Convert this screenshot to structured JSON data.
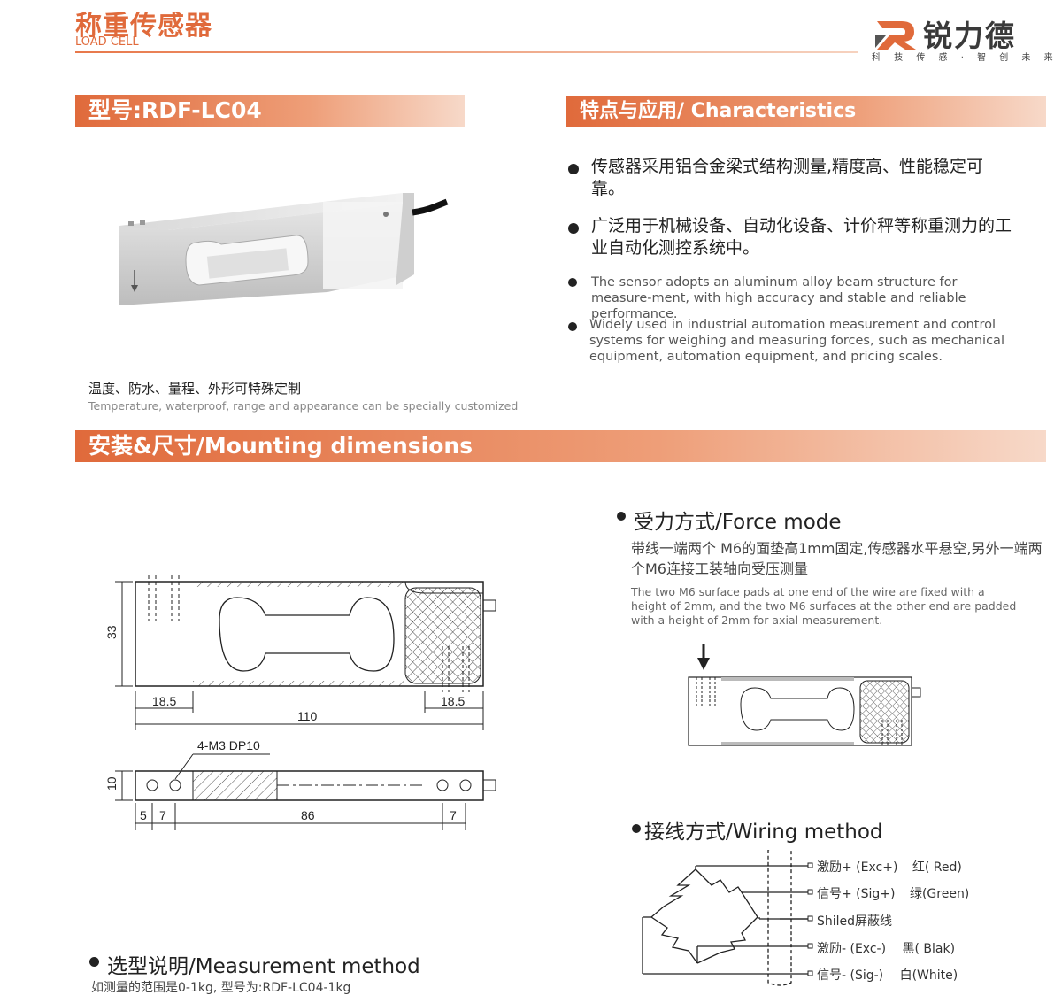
{
  "header": {
    "title_cn": "称重传感器",
    "title_en": "LOAD CELL"
  },
  "logo": {
    "brand": "锐力德",
    "slogan": "科 技 传 感 · 智 创 未 来"
  },
  "model_banner": "型号:RDF-LC04",
  "features_banner": "特点与应用/ Characteristics",
  "features_cn": [
    "传感器采用铝合金梁式结构测量,精度高、性能稳定可靠。",
    "广泛用于机械设备、自动化设备、计价秤等称重测力的工业自动化测控系统中。"
  ],
  "features_en": [
    "The sensor adopts an aluminum alloy beam structure for measure-ment, with high accuracy and stable and reliable performance.",
    "Widely used in industrial automation measurement and control systems for weighing and measuring forces, such as mechanical equipment, automation equipment, and pricing scales."
  ],
  "custom_note": {
    "cn": "温度、防水、量程、外形可特殊定制",
    "en": "Temperature, waterproof, range and appearance can be specially customized"
  },
  "mounting_banner": "安装&尺寸/Mounting dimensions",
  "dims": {
    "height": "33",
    "left": "18.5",
    "total": "110",
    "right": "18.5",
    "hole_label": "4-M3 DP10",
    "width": "10",
    "d5": "5",
    "d7": "7",
    "d86": "86",
    "d7b": "7"
  },
  "force_mode": {
    "title": "受力方式/Force mode",
    "cn": "带线一端两个 M6的面垫高1mm固定,传感器水平悬空,另外一端两个M6连接工装轴向受压测量",
    "en": "The two M6 surface pads at one end of the wire are fixed with a height of 2mm, and the two M6 surfaces at the other end are padded with a height of 2mm for axial measurement."
  },
  "wiring": {
    "title": "接线方式/Wiring method",
    "lines": [
      {
        "label": "激励+ (Exc+)",
        "color": "红( Red)"
      },
      {
        "label": "信号+ (Sig+)",
        "color": "绿(Green)"
      },
      {
        "label": "Shiled屏蔽线",
        "color": ""
      },
      {
        "label": "激励- (Exc-)",
        "color": "黑( Blak)"
      },
      {
        "label": "信号- (Sig-)",
        "color": "白(White)"
      }
    ]
  },
  "measurement": {
    "title": "选型说明/Measurement method",
    "text": "如测量的范围是0-1kg, 型号为:RDF-LC04-1kg"
  },
  "colors": {
    "accent": "#e06a3b"
  }
}
